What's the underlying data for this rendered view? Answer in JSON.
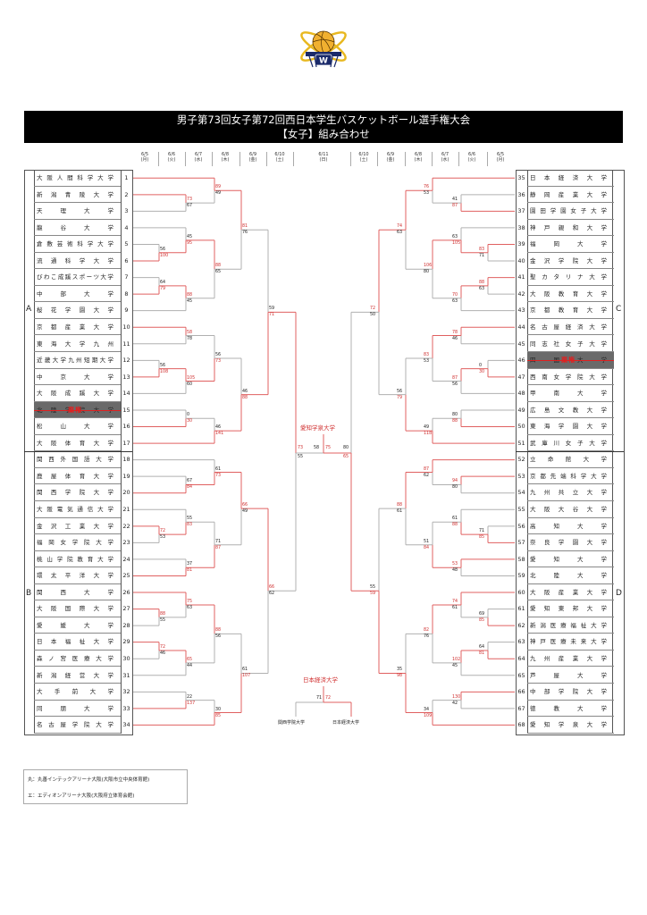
{
  "header": {
    "title_line1": "男子第73回女子第72回西日本学生バスケットボール選手権大会",
    "title_line2": "【女子】組み合わせ",
    "logo_icon": "basketball-w-logo-icon"
  },
  "dates_left": [
    "6/5\n(月)",
    "6/6\n(火)",
    "6/7\n(水)",
    "6/8\n(木)",
    "6/9\n(金)",
    "6/10\n(土)"
  ],
  "date_center": "6/11\n(日)",
  "dates_right": [
    "6/10\n(土)",
    "6/9\n(金)",
    "6/8\n(木)",
    "6/7\n(水)",
    "6/6\n(火)",
    "6/5\n(月)"
  ],
  "blocks": {
    "A": "A",
    "B": "B",
    "C": "C",
    "D": "D"
  },
  "left_teams": [
    {
      "no": "1",
      "name": "大阪人間科学大学"
    },
    {
      "no": "2",
      "name": "新潟青陵大学"
    },
    {
      "no": "3",
      "name": "天理大学"
    },
    {
      "no": "4",
      "name": "龍谷大学"
    },
    {
      "no": "5",
      "name": "倉敷芸術科学大学"
    },
    {
      "no": "6",
      "name": "流通科学大学"
    },
    {
      "no": "7",
      "name": "びわこ成蹊スポーツ大学"
    },
    {
      "no": "8",
      "name": "中部大学"
    },
    {
      "no": "9",
      "name": "桜花学園大学"
    },
    {
      "no": "10",
      "name": "京都産業大学"
    },
    {
      "no": "11",
      "name": "東海大学九州"
    },
    {
      "no": "12",
      "name": "近畿大学九州短期大学"
    },
    {
      "no": "13",
      "name": "中京大学"
    },
    {
      "no": "14",
      "name": "大阪成蹊大学"
    },
    {
      "no": "15",
      "name": "北陸学院大学",
      "withdrawn": true
    },
    {
      "no": "16",
      "name": "松山大学"
    },
    {
      "no": "17",
      "name": "大阪体育大学"
    },
    {
      "no": "18",
      "name": "関西外国語大学"
    },
    {
      "no": "19",
      "name": "鹿屋体育大学"
    },
    {
      "no": "20",
      "name": "関西学院大学"
    },
    {
      "no": "21",
      "name": "大阪電気通信大学"
    },
    {
      "no": "22",
      "name": "金沢工業大学"
    },
    {
      "no": "23",
      "name": "福岡女学院大学"
    },
    {
      "no": "24",
      "name": "桃山学院教育大学"
    },
    {
      "no": "25",
      "name": "環太平洋大学"
    },
    {
      "no": "26",
      "name": "関西大学"
    },
    {
      "no": "27",
      "name": "大阪国際大学"
    },
    {
      "no": "28",
      "name": "愛媛大学"
    },
    {
      "no": "29",
      "name": "日本福祉大学"
    },
    {
      "no": "30",
      "name": "森ノ宮医療大学"
    },
    {
      "no": "31",
      "name": "新潟経営大学"
    },
    {
      "no": "32",
      "name": "大手前大学"
    },
    {
      "no": "33",
      "name": "同朋大学"
    },
    {
      "no": "34",
      "name": "名古屋学院大学"
    }
  ],
  "right_teams": [
    {
      "no": "35",
      "name": "日本経済大学"
    },
    {
      "no": "36",
      "name": "静岡産業大学"
    },
    {
      "no": "37",
      "name": "園田学園女子大学"
    },
    {
      "no": "38",
      "name": "神戸親和大学"
    },
    {
      "no": "39",
      "name": "福岡大学"
    },
    {
      "no": "40",
      "name": "金沢学院大学"
    },
    {
      "no": "41",
      "name": "聖カタリナ大学"
    },
    {
      "no": "42",
      "name": "大阪教育大学"
    },
    {
      "no": "43",
      "name": "京都教育大学"
    },
    {
      "no": "44",
      "name": "名古屋経済大学"
    },
    {
      "no": "45",
      "name": "同志社女子大学"
    },
    {
      "no": "46",
      "name": "四国大学",
      "withdrawn": true
    },
    {
      "no": "47",
      "name": "西南女学院大学"
    },
    {
      "no": "48",
      "name": "甲南大学"
    },
    {
      "no": "49",
      "name": "広島文教大学"
    },
    {
      "no": "50",
      "name": "東海学園大学"
    },
    {
      "no": "51",
      "name": "武庫川女子大学"
    },
    {
      "no": "52",
      "name": "立命館大学"
    },
    {
      "no": "53",
      "name": "京都先端科学大学"
    },
    {
      "no": "54",
      "name": "九州共立大学"
    },
    {
      "no": "55",
      "name": "大阪大谷大学"
    },
    {
      "no": "56",
      "name": "高知大学"
    },
    {
      "no": "57",
      "name": "奈良学園大学"
    },
    {
      "no": "58",
      "name": "愛知大学"
    },
    {
      "no": "59",
      "name": "北陸大学"
    },
    {
      "no": "60",
      "name": "大阪産業大学"
    },
    {
      "no": "61",
      "name": "愛知東邦大学"
    },
    {
      "no": "62",
      "name": "新潟医療福祉大学"
    },
    {
      "no": "63",
      "name": "神戸医療未来大学"
    },
    {
      "no": "64",
      "name": "九州産業大学"
    },
    {
      "no": "65",
      "name": "芦屋大学"
    },
    {
      "no": "66",
      "name": "中部学院大学"
    },
    {
      "no": "67",
      "name": "徳教大学"
    },
    {
      "no": "68",
      "name": "愛知学泉大学"
    }
  ],
  "withdrawn_mark": "棄権",
  "scores": {
    "m_2_3": [
      "73",
      "67"
    ],
    "m_1_23": [
      "89",
      "49"
    ],
    "m_5_6": [
      "56",
      "100"
    ],
    "m_4_56": [
      "45",
      "95"
    ],
    "m_7_8": [
      "64",
      "79"
    ],
    "m_8_9": [
      "88",
      "45"
    ],
    "m_top_a": [
      "81",
      "76"
    ],
    "m_a1_a2": [
      "88",
      "65"
    ],
    "m_10_11": [
      "58",
      "78"
    ],
    "m_12_13": [
      "56",
      "108"
    ],
    "m_13_14": [
      "105",
      "60"
    ],
    "m_10_13": [
      "56",
      "73"
    ],
    "m_15_16": [
      "0",
      "30"
    ],
    "m_16_17": [
      "46",
      "141"
    ],
    "m_a_bottom": [
      "46",
      "88"
    ],
    "m_a_final": [
      "59",
      "71"
    ],
    "m_19_20": [
      "67",
      "84"
    ],
    "m_18_20": [
      "61",
      "73"
    ],
    "m_22_23": [
      "72",
      "53"
    ],
    "m_21_22": [
      "55",
      "83"
    ],
    "m_24_25": [
      "37",
      "81"
    ],
    "m_22_25": [
      "71",
      "87"
    ],
    "m_b_top": [
      "66",
      "49"
    ],
    "m_27_28": [
      "88",
      "55"
    ],
    "m_26_27": [
      "75",
      "63"
    ],
    "m_29_30": [
      "72",
      "46"
    ],
    "m_29_31": [
      "65",
      "44"
    ],
    "m_26_29": [
      "88",
      "56"
    ],
    "m_32_33": [
      "22",
      "137"
    ],
    "m_33_34": [
      "30",
      "85"
    ],
    "m_b_bottom": [
      "61",
      "107"
    ],
    "m_b_final": [
      "66",
      "62"
    ],
    "semi_left": [
      "73",
      "55"
    ],
    "final_center": [
      "58",
      "75"
    ],
    "semi_right": [
      "80",
      "65"
    ],
    "m_35_r": [
      "76",
      "53"
    ],
    "m_36_37": [
      "41",
      "87"
    ],
    "m_39_40": [
      "83",
      "71"
    ],
    "m_38_39": [
      "63",
      "105"
    ],
    "m_c_top2": [
      "106",
      "80"
    ],
    "m_41_42": [
      "88",
      "63"
    ],
    "m_41_43": [
      "70",
      "63"
    ],
    "m_c_top": [
      "74",
      "63"
    ],
    "m_44_45": [
      "78",
      "46"
    ],
    "m_46_47": [
      "0",
      "30"
    ],
    "m_47_48": [
      "87",
      "56"
    ],
    "m_44_47": [
      "83",
      "53"
    ],
    "m_49_50": [
      "80",
      "88"
    ],
    "m_50_51": [
      "49",
      "118"
    ],
    "m_c_bottom": [
      "56",
      "79"
    ],
    "m_c_final": [
      "72",
      "50"
    ],
    "m_52_53": [
      "87",
      "62"
    ],
    "m_53_54": [
      "94",
      "80"
    ],
    "m_56_57": [
      "71",
      "85"
    ],
    "m_55_57": [
      "61",
      "88"
    ],
    "m_58_59": [
      "53",
      "48"
    ],
    "m_57_58": [
      "51",
      "84"
    ],
    "m_d_top": [
      "88",
      "61"
    ],
    "m_61_62": [
      "69",
      "85"
    ],
    "m_60_62": [
      "74",
      "61"
    ],
    "m_63_64": [
      "64",
      "81"
    ],
    "m_64_65": [
      "102",
      "45"
    ],
    "m_60_64": [
      "82",
      "76"
    ],
    "m_66_67": [
      "130",
      "42"
    ],
    "m_66_68": [
      "34",
      "109"
    ],
    "m_d_bottom": [
      "35",
      "98"
    ],
    "m_d_final": [
      "55",
      "59"
    ],
    "third_place": [
      "71",
      "72"
    ]
  },
  "champion": "愛知学泉大学",
  "third_place_winner": "日本経済大学",
  "third_place_teams": [
    "関西学院大学",
    "日本経済大学"
  ],
  "legend": [
    "丸：丸善インテックアリーナ大阪(大阪市立中央体育館)",
    "エ：エディオンアリーナ大阪(大阪府立体育会館)"
  ],
  "colors": {
    "win_line": "#e06060",
    "lose_line": "#b0b0b0",
    "win_text": "#d03030",
    "title_bg": "#000000"
  }
}
